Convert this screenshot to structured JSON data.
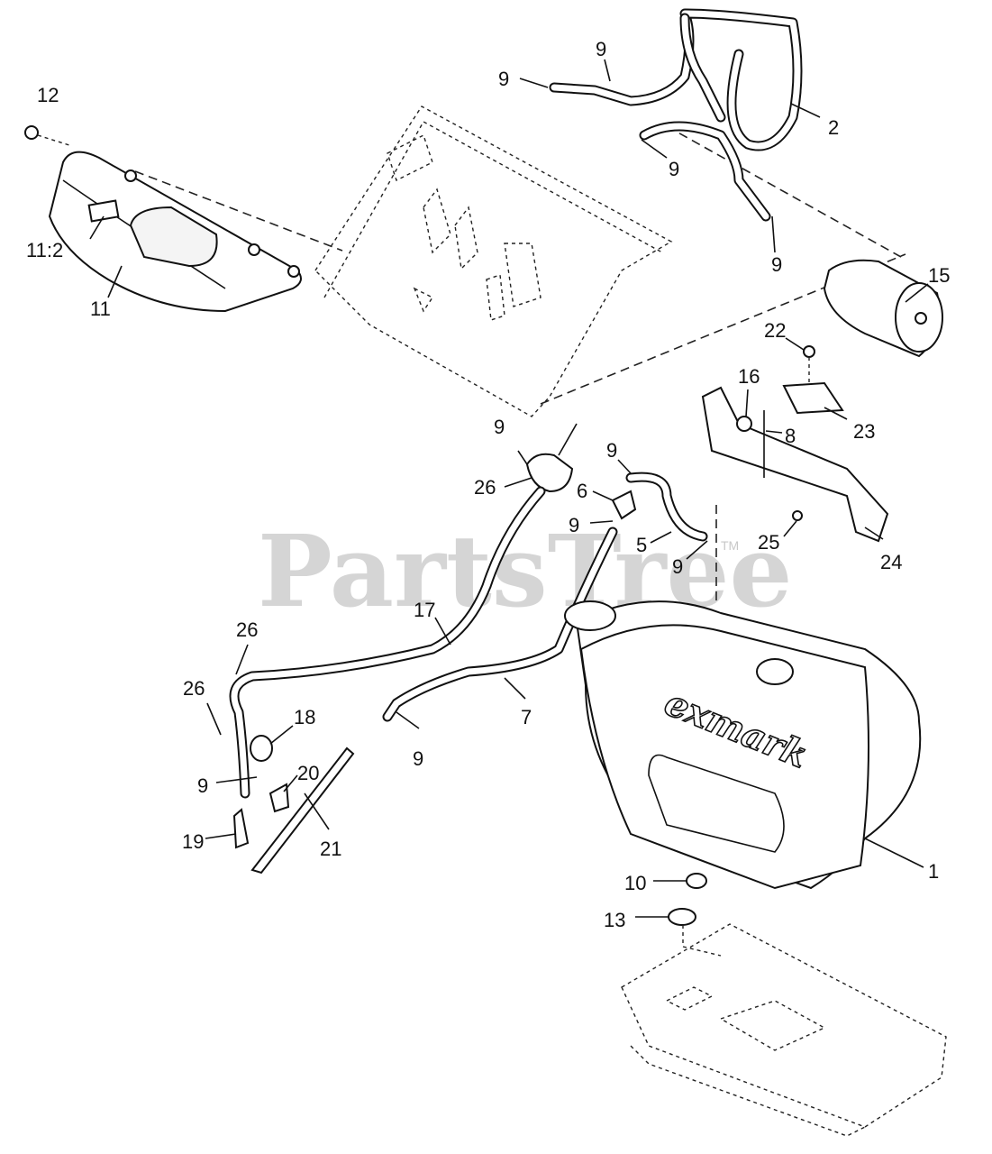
{
  "watermark": {
    "text": "PartsTree",
    "trademark": "TM"
  },
  "tank_brand": "exmark",
  "callouts": {
    "c1": "1",
    "c2": "2",
    "c5": "5",
    "c6": "6",
    "c7": "7",
    "c8": "8",
    "c9a": "9",
    "c9b": "9",
    "c9c": "9",
    "c9d": "9",
    "c9e": "9",
    "c9f": "9",
    "c9g": "9",
    "c9h": "9",
    "c9i": "9",
    "c9j": "9",
    "c10": "10",
    "c11": "11",
    "c11_2": "11:2",
    "c12": "12",
    "c13": "13",
    "c15": "15",
    "c16": "16",
    "c17": "17",
    "c18": "18",
    "c19": "19",
    "c20": "20",
    "c21": "21",
    "c22": "22",
    "c23": "23",
    "c24": "24",
    "c25": "25",
    "c26a": "26",
    "c26b": "26",
    "c26c": "26"
  }
}
